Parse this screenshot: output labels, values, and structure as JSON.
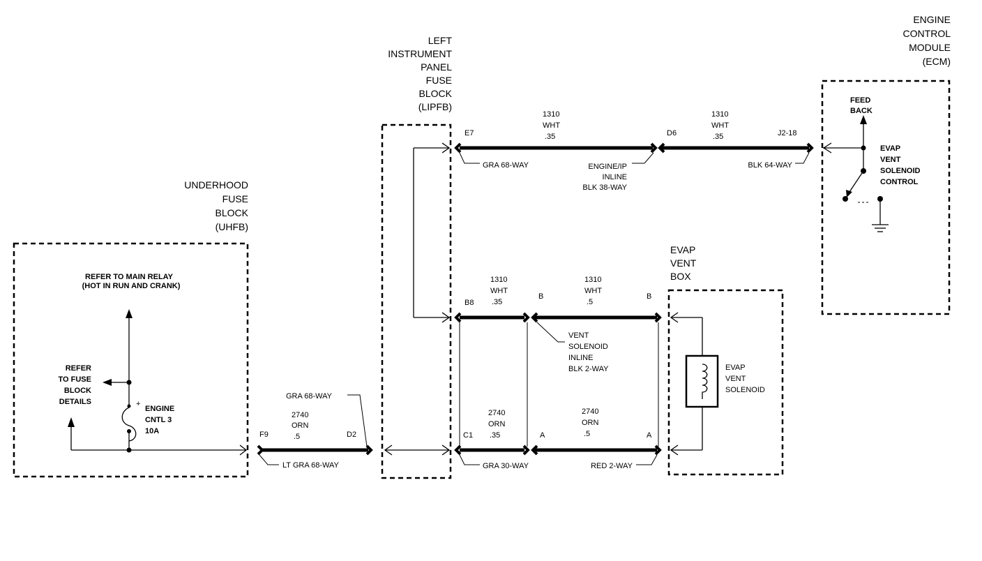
{
  "modules": {
    "uhfb": {
      "line1": "UNDERHOOD",
      "line2": "FUSE",
      "line3": "BLOCK",
      "line4": "(UHFB)"
    },
    "lipfb": {
      "line1": "LEFT",
      "line2": "INSTRUMENT",
      "line3": "PANEL",
      "line4": "FUSE",
      "line5": "BLOCK",
      "line6": "(LIPFB)"
    },
    "ecm": {
      "line1": "ENGINE",
      "line2": "CONTROL",
      "line3": "MODULE",
      "line4": "(ECM)"
    },
    "evap_box": {
      "line1": "EVAP",
      "line2": "VENT",
      "line3": "BOX"
    }
  },
  "uhfb_internal": {
    "relay_ref_1": "REFER TO MAIN RELAY",
    "relay_ref_2": "(HOT IN RUN AND CRANK)",
    "fuse_ref_1": "REFER",
    "fuse_ref_2": "TO FUSE",
    "fuse_ref_3": "BLOCK",
    "fuse_ref_4": "DETAILS",
    "fuse_name_1": "ENGINE",
    "fuse_name_2": "CNTL 3",
    "fuse_rating": "10A"
  },
  "ecm_internal": {
    "feed_1": "FEED",
    "feed_2": "BACK",
    "ctrl_1": "EVAP",
    "ctrl_2": "VENT",
    "ctrl_3": "SOLENOID",
    "ctrl_4": "CONTROL"
  },
  "solenoid": {
    "line1": "EVAP",
    "line2": "VENT",
    "line3": "SOLENOID"
  },
  "pins": {
    "f9": "F9",
    "d2": "D2",
    "e7": "E7",
    "d6": "D6",
    "j2_18": "J2-18",
    "b8": "B8",
    "b_left": "B",
    "b_right": "B",
    "c1": "C1",
    "a_left": "A",
    "a_right": "A"
  },
  "wires": {
    "w_uhfb": {
      "circuit": "2740",
      "color": "ORN",
      "gauge": ".5"
    },
    "w_top_left": {
      "circuit": "1310",
      "color": "WHT",
      "gauge": ".35"
    },
    "w_top_right": {
      "circuit": "1310",
      "color": "WHT",
      "gauge": ".35"
    },
    "w_mid_left": {
      "circuit": "1310",
      "color": "WHT",
      "gauge": ".35"
    },
    "w_mid_right": {
      "circuit": "1310",
      "color": "WHT",
      "gauge": ".5"
    },
    "w_bot_left": {
      "circuit": "2740",
      "color": "ORN",
      "gauge": ".35"
    },
    "w_bot_right": {
      "circuit": "2740",
      "color": "ORN",
      "gauge": ".5"
    }
  },
  "connectors": {
    "gra68_top": "GRA 68-WAY",
    "lt_gra68": "LT GRA 68-WAY",
    "gra68_e7": "GRA 68-WAY",
    "inline38_1": "ENGINE/IP",
    "inline38_2": "INLINE",
    "inline38_3": "BLK 38-WAY",
    "blk64": "BLK 64-WAY",
    "vent_inline_1": "VENT",
    "vent_inline_2": "SOLENOID",
    "vent_inline_3": "INLINE",
    "vent_inline_4": "BLK 2-WAY",
    "gra30": "GRA 30-WAY",
    "red2": "RED 2-WAY"
  }
}
